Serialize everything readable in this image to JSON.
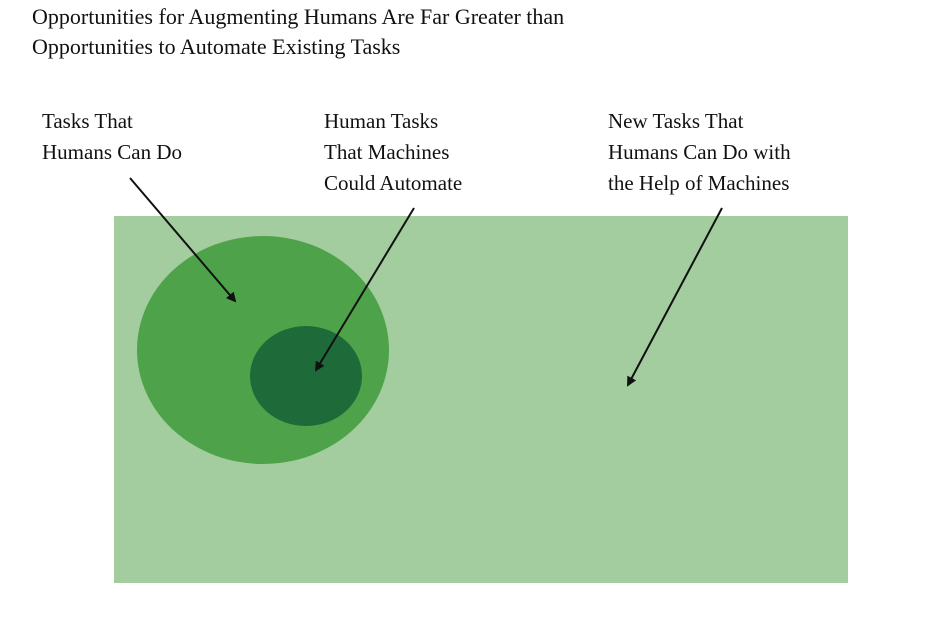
{
  "title": {
    "line1": "Opportunities for Augmenting Humans Are Far Greater than",
    "line2": "Opportunities to Automate Existing Tasks"
  },
  "labels": {
    "humans_can_do": [
      "Tasks That",
      "Humans Can Do"
    ],
    "machines_could_automate": [
      "Human Tasks",
      "That Machines",
      "Could Automate"
    ],
    "new_tasks": [
      "New Tasks That",
      "Humans Can Do with",
      "the Help of Machines"
    ]
  },
  "colors": {
    "new_tasks_region": "#a3cd9e",
    "human_tasks_region": "#4ea34a",
    "automatable_region": "#1e6b39",
    "arrow": "#111111"
  }
}
